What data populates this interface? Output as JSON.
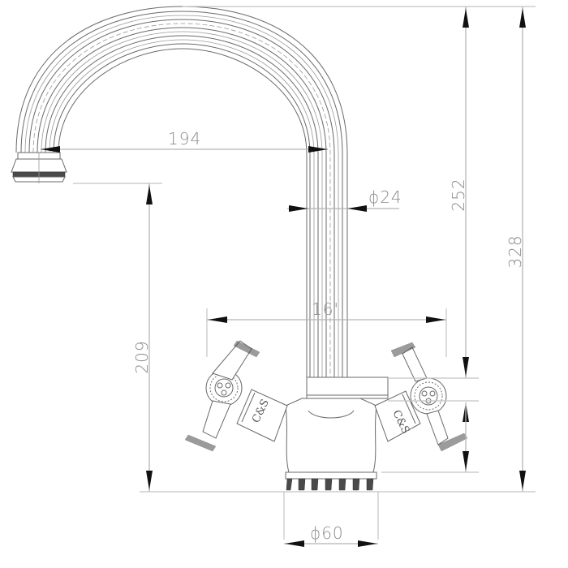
{
  "drawing": {
    "subject": "Single-lever mixer faucet with swivel spout and cross handles",
    "line_color": "#6a6a6a",
    "dimension_color": "#b5b5b5",
    "arrow_color": "#111111",
    "text_color": "#8a8a8a"
  },
  "dimensions": {
    "spout_reach": "194",
    "spout_diameter": "ϕ24",
    "spout_height_above_handles": "252",
    "total_height": "328",
    "spout_outlet_height": "209",
    "handle_span": "16'",
    "base_diameter": "ϕ60"
  },
  "labels": {
    "handle_emblem_left": "C&S",
    "handle_emblem_right": "C&S"
  }
}
